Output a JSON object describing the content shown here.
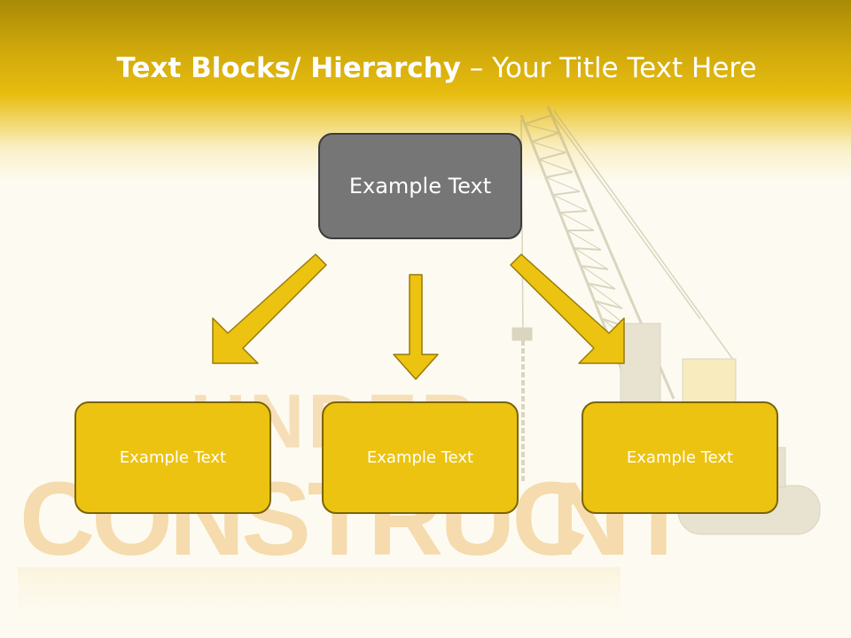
{
  "slide": {
    "title_bold": "Text Blocks/ Hierarchy",
    "title_rest": " – Your Title Text Here",
    "top_box": {
      "label": "Example Text"
    },
    "child_boxes": [
      {
        "label": "Example Text"
      },
      {
        "label": "Example Text"
      },
      {
        "label": "Example Text"
      }
    ],
    "background": {
      "art_text": "UNDER CONSTRUCTION",
      "image": "crane-image"
    },
    "colors": {
      "header": "#e8bd10",
      "top_box": "#767676",
      "child_box": "#ecc311",
      "arrow": "#ecc311",
      "background": "#fdfbf1"
    }
  }
}
